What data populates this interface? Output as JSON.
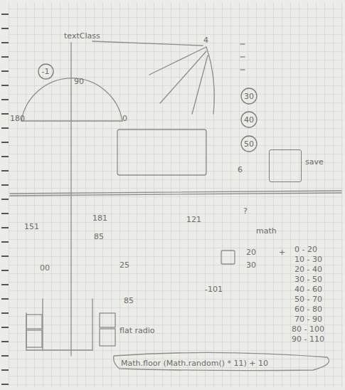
{
  "diagram": {
    "nodes": [
      {
        "text": [
          "-1"
        ]
      },
      {
        "text": [
          "30"
        ]
      },
      {
        "text": [
          "40"
        ]
      },
      {
        "text": [
          "50"
        ]
      },
      {
        "text": [
          "save"
        ]
      }
    ],
    "labels": [
      "textClass",
      "4",
      "90",
      "180",
      "0",
      "6",
      "151",
      "181",
      "85",
      "121",
      "?",
      "math",
      "00",
      "25",
      "20",
      "30",
      "+",
      "0 - 20",
      "10 - 30",
      "20 - 40",
      "30 - 50",
      "40 - 60",
      "50 - 70",
      "60 - 80",
      "70 - 90",
      "80 - 100",
      "90 - 110",
      "-101",
      "85",
      "flat radio",
      "Math.floor (Math.random() * 11) + 10"
    ]
  }
}
